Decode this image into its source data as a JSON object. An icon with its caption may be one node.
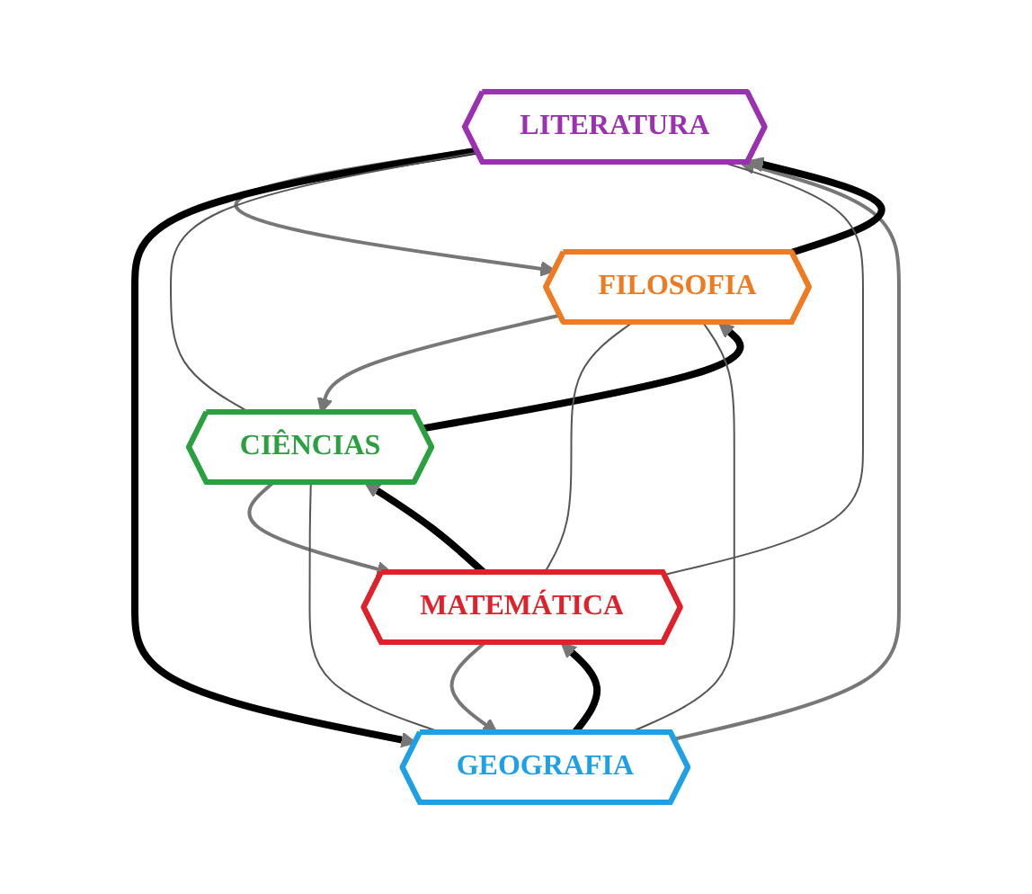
{
  "diagram": {
    "nodes": [
      {
        "text": [
          "LITERATURA"
        ]
      },
      {
        "text": [
          "GEOGRAFIA"
        ]
      },
      {
        "text": [
          "FILOSOFIA"
        ]
      },
      {
        "text": [
          "MATEMÁTICA"
        ]
      },
      {
        "text": [
          "CIÊNCIAS"
        ]
      }
    ],
    "edges": [
      {
        "from": 0,
        "to": 2,
        "arrow": "to"
      },
      {
        "from": 2,
        "to": 4,
        "arrow": "to"
      },
      {
        "from": 4,
        "to": 3,
        "arrow": "to"
      },
      {
        "from": 3,
        "to": 1,
        "arrow": "to"
      },
      {
        "from": 1,
        "to": 0,
        "arrow": "to"
      },
      {
        "from": 0,
        "to": 1,
        "arrow": "to",
        "style": "thick",
        "color": "#000000"
      },
      {
        "from": 1,
        "to": 3,
        "arrow": "to",
        "style": "thick",
        "color": "#000000"
      },
      {
        "from": 3,
        "to": 4,
        "arrow": "to",
        "style": "thick",
        "color": "#000000"
      },
      {
        "from": 4,
        "to": 2,
        "arrow": "to",
        "style": "thick",
        "color": "#000000"
      },
      {
        "from": 2,
        "to": 0,
        "arrow": "to",
        "style": "thick",
        "color": "#000000"
      },
      {
        "from": 0,
        "to": 4,
        "arrow": "none"
      },
      {
        "from": 0,
        "to": 3,
        "arrow": "none"
      },
      {
        "from": 1,
        "to": 2,
        "arrow": "none"
      },
      {
        "from": 1,
        "to": 4,
        "arrow": "none"
      },
      {
        "from": 2,
        "to": 3,
        "arrow": "none"
      }
    ]
  }
}
